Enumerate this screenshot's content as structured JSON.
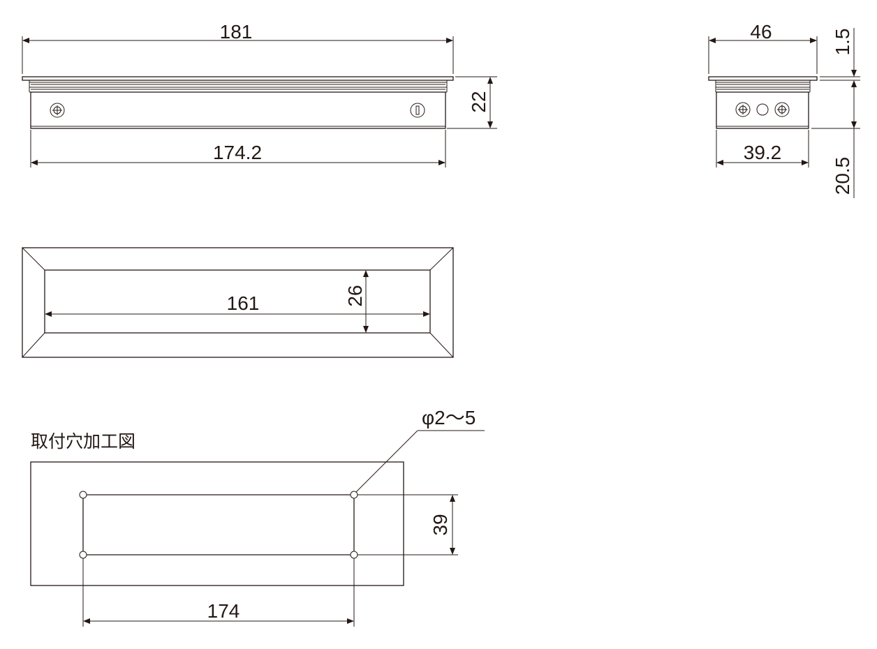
{
  "front_view": {
    "overall_width": "181",
    "body_width": "174.2",
    "height": "22"
  },
  "side_view": {
    "overall_depth": "46",
    "body_depth": "39.2",
    "flange_thickness": "1.5",
    "body_height": "20.5"
  },
  "top_view": {
    "opening_width": "161",
    "opening_height": "26"
  },
  "cutout": {
    "title": "取付穴加工図",
    "hole_note": "φ2～5",
    "width": "174",
    "height": "39"
  },
  "colors": {
    "line": "#231815",
    "background": "#ffffff"
  }
}
